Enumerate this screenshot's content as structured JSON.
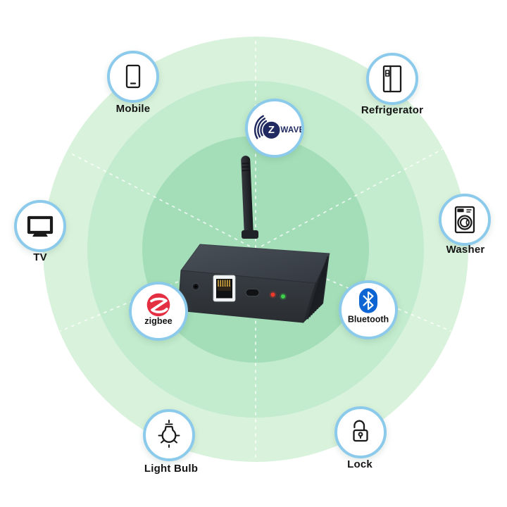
{
  "diagram": {
    "subject": "smart-home-hub-connectivity"
  },
  "nodes": {
    "mobile": {
      "label": "Mobile",
      "icon": "mobile-phone-icon"
    },
    "refrigerator": {
      "label": "Refrigerator",
      "icon": "refrigerator-icon"
    },
    "tv": {
      "label": "TV",
      "icon": "tv-icon"
    },
    "washer": {
      "label": "Washer",
      "icon": "washing-machine-icon"
    },
    "light_bulb": {
      "label": "Light Bulb",
      "icon": "light-bulb-icon"
    },
    "lock": {
      "label": "Lock",
      "icon": "padlock-icon"
    }
  },
  "protocols": {
    "zwave": {
      "letter": "Z",
      "wordmark": "WAVE",
      "icon": "z-wave-logo"
    },
    "zigbee": {
      "wordmark": "zigbee",
      "icon": "zigbee-logo"
    },
    "bluetooth": {
      "wordmark": "Bluetooth",
      "icon": "bluetooth-logo"
    }
  },
  "hub": {
    "status_leds": [
      "red",
      "green"
    ]
  },
  "colors": {
    "ring-outer": "#d9f2dc",
    "ring-middle": "#c3ebcd",
    "ring-inner": "#a3deb8",
    "node-border": "#8ccaec",
    "label-text": "#141414",
    "zwave-navy": "#202a60",
    "zigbee-red": "#e42e42",
    "bluetooth-blue": "#0d65d3",
    "led-red": "#ee392b",
    "led-green": "#3ed04b",
    "device-top": "#464c54",
    "device-front": "#31353b",
    "device-side": "#24272b"
  }
}
